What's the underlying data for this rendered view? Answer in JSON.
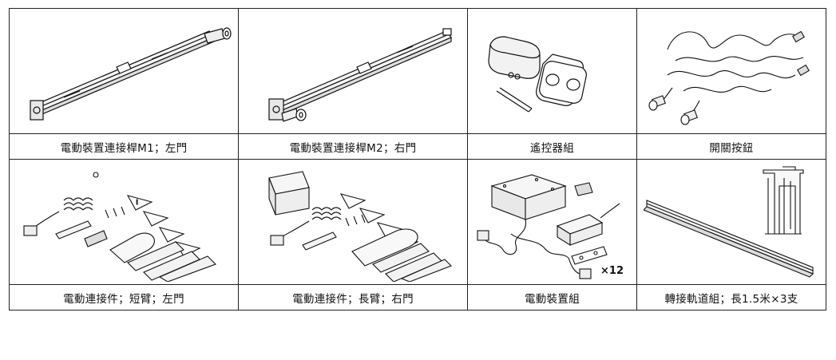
{
  "parts": [
    {
      "caption": "電動裝置連接桿M1；左門",
      "icon": "motor-rod-left"
    },
    {
      "caption": "電動裝置連接桿M2；右門",
      "icon": "motor-rod-right"
    },
    {
      "caption": "遙控器組",
      "icon": "remote-control"
    },
    {
      "caption": "開關按鈕",
      "icon": "switch-button-cable"
    },
    {
      "caption": "電動連接件；短臂；左門",
      "icon": "connector-short-arm"
    },
    {
      "caption": "電動連接件；長臂；右門",
      "icon": "connector-long-arm"
    },
    {
      "caption": "電動裝置組",
      "icon": "power-unit",
      "quantity_label": "×12"
    },
    {
      "caption": "轉接軌道組；長1.5米×3支",
      "icon": "adapter-rail"
    }
  ]
}
